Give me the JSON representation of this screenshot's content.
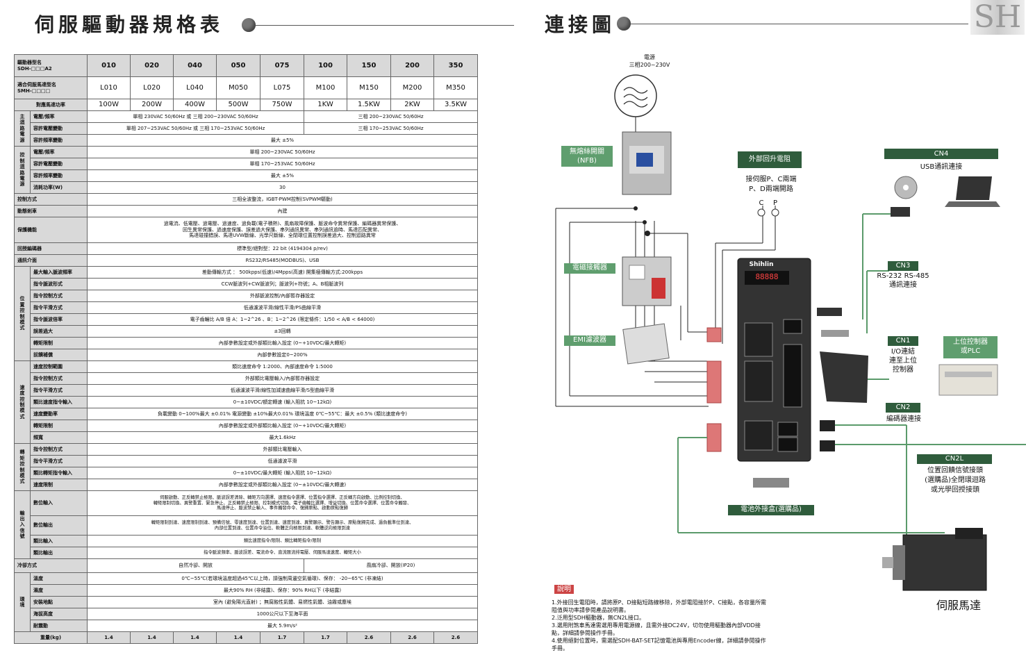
{
  "left_title": "伺服驅動器規格表",
  "right_title": "連接圖",
  "logo": "SH",
  "table": {
    "header_label_1": "驅動器型名\nSDH-□□□A2",
    "header_values_1": [
      "010",
      "020",
      "040",
      "050",
      "075",
      "100",
      "150",
      "200",
      "350"
    ],
    "header_label_2": "適合伺服馬達型名\nSMH-□□□□",
    "header_values_2": [
      "L010",
      "L020",
      "L040",
      "M050",
      "L075",
      "M100",
      "M150",
      "M200",
      "M350"
    ],
    "power_label": "對應馬達功率",
    "power_values": [
      "100W",
      "200W",
      "400W",
      "500W",
      "750W",
      "1KW",
      "1.5KW",
      "2KW",
      "3.5KW"
    ],
    "main_group": "主\n迴\n路\n電\n源",
    "main_rows": [
      {
        "label": "電壓/頻率",
        "a": "單相 230VAC 50/60Hz 或 三相 200~230VAC 50/60Hz",
        "b": "三相 200~230VAC 50/60Hz"
      },
      {
        "label": "容許電壓變動",
        "a": "單相 207~253VAC 50/60Hz 或 三相 170~253VAC 50/60Hz",
        "b": "三相 170~253VAC 50/60Hz"
      },
      {
        "label": "容許頻率變動",
        "v": "最大 ±5%"
      }
    ],
    "ctrl_group": "控\n制\n迴\n路\n電\n源",
    "ctrl_rows": [
      {
        "label": "電壓/頻率",
        "v": "單相 200~230VAC 50/60Hz"
      },
      {
        "label": "容許電壓變動",
        "v": "單相 170~253VAC 50/60Hz"
      },
      {
        "label": "容許頻率變動",
        "v": "最大 ±5%"
      },
      {
        "label": "消耗功率(W)",
        "v": "30"
      }
    ],
    "general_rows": [
      {
        "label": "控制方式",
        "v": "三相全波整流，IGBT-PWM控制(SVPWM驅動)"
      },
      {
        "label": "動態剎車",
        "v": "內建"
      },
      {
        "label": "保護機能",
        "v": "過電流、低電壓、過電壓、過速度、過負載(電子積熱)、風扇故障保護、脈波命令異常保護、編碼器異常保護、\n回生異常保護、過速度保護、誤差過大保護、串列通訊異常、串列通訊逾時、馬達匹配異常、\n馬達碰撞錯誤、馬達UVW斷線、光學尺斷線、全閉環位置控制誤差過大、控制迴路異常"
      },
      {
        "label": "回授編碼器",
        "v": "標準型/絕對型：22 bit (4194304 p/rev)"
      },
      {
        "label": "通訊介面",
        "v": "RS232/RS485(MODBUS)、USB"
      }
    ],
    "pos_group": "位\n置\n控\n制\n模\n式",
    "pos_rows": [
      {
        "label": "最大輸入脈波頻率",
        "v": "差動傳輸方式 ： 500kpps(低速)/4Mpps(高速)       開集極傳輸方式:200kpps"
      },
      {
        "label": "指令脈波形式",
        "v": "CCW脈波列+CW脈波列；脈波列+符號；A、B相脈波列"
      },
      {
        "label": "指令控制方式",
        "v": "外部脈波控制/內部暫存器設定"
      },
      {
        "label": "指令平滑方式",
        "v": "低通濾波平滑/線性平滑/PS曲線平滑"
      },
      {
        "label": "指令脈波倍率",
        "v": "電子齒輪比 A/B 倍  A：1~2^26 、B：1~2^26 (限定條件：1/50 < A/B < 64000)"
      },
      {
        "label": "誤差過大",
        "v": "±3回轉"
      },
      {
        "label": "轉矩限制",
        "v": "內部參數設定或外部類比輸入設定 (0~+10VDC/最大轉矩)"
      },
      {
        "label": "前饋補償",
        "v": "內部參數設定0~200%"
      }
    ],
    "spd_group": "速\n度\n控\n制\n模\n式",
    "spd_rows": [
      {
        "label": "速度控制範圍",
        "v": "類比速度命令 1:2000、內部速度命令 1:5000"
      },
      {
        "label": "指令控制方式",
        "v": "外部類比電壓輸入/內部暫存器設定"
      },
      {
        "label": "指令平滑方式",
        "v": "低通濾波平滑/線性加減速曲線平滑/S型曲線平滑"
      },
      {
        "label": "類比速度指令輸入",
        "v": "0~±10VDC/額定轉速 (輸入阻抗 10~12kΩ)"
      },
      {
        "label": "速度變動率",
        "v": "負載變動 0~100%最大 ±0.01%    電源變動 ±10%最大0.01%    環境溫度 0℃~55℃：最大 ±0.5% (類比速度命令)"
      },
      {
        "label": "轉矩限制",
        "v": "內部參數設定或外部類比輸入設定 (0~+10VDC/最大轉矩)"
      },
      {
        "label": "頻寬",
        "v": "最大1.6kHz"
      }
    ],
    "trq_group": "轉\n矩\n控\n制\n模\n式",
    "trq_rows": [
      {
        "label": "指令控制方式",
        "v": "外部類比電壓輸入"
      },
      {
        "label": "指令平滑方式",
        "v": "低通濾波平滑"
      },
      {
        "label": "類比轉矩指令輸入",
        "v": "0~±10VDC/最大轉矩 (輸入阻抗 10~12kΩ)"
      },
      {
        "label": "速度限制",
        "v": "內部參數設定或外部類比輸入設定 (0~±10VDC/最大轉速)"
      }
    ],
    "io_group": "輸\n出\n入\n信\n號",
    "io_rows": [
      {
        "label": "數位輸入",
        "v": "伺服啟動、正反轉禁止極限、脈波誤差清除、轉矩方向選擇、速度指令選擇、位置指令選擇、正反轉方向啟動、比例控制切換、\n轉矩限制切換、異警重置、緊急停止、正反轉禁止極限、控制模式切換、電子齒輪比選擇、增益切換、位置命令選擇、位置命令觸發、\n馬達停止、脈波禁止輸入、事件觸發命令、復歸原點、啟動原點復歸"
      },
      {
        "label": "數位輸出",
        "v": "轉矩限制到達、速度限制到達、預備信號、零速度到達、位置到達、速度到達、異警顯示、警告顯示、原點復歸完成、過負載準位到達、\n內部位置到達、位置命令溢位、軟體正向極限到達、軟體逆向極限到達"
      },
      {
        "label": "類比輸入",
        "v": "類比速度指令/限制、類比轉矩指令/限制"
      },
      {
        "label": "類比輸出",
        "v": "指令脈波頻率、脈波誤差、電流命令、直流匯流排電壓、伺服馬達速度、轉矩大小"
      }
    ],
    "cool_label": "冷卻方式",
    "cool_a": "自然冷卻、開放",
    "cool_b": "風扇冷卻、開放(IP20)",
    "env_group": "環\n境",
    "env_rows": [
      {
        "label": "溫度",
        "v": "0℃~55℃(若環境溫度超過45℃以上時，請強制周邊空氣循環)、保存： -20~65℃ (非凍結)"
      },
      {
        "label": "濕度",
        "v": "最大90% RH (非結露)、保存：90% RH以下 (非結露)"
      },
      {
        "label": "安裝地點",
        "v": "室內 (避免陽光直射) ；無腐蝕性氣體、易燃性氣體、油霧或塵埃"
      },
      {
        "label": "海拔高度",
        "v": "1000公尺以下至海平面"
      },
      {
        "label": "耐震動",
        "v": "最大 5.9m/s²"
      }
    ],
    "weight_label": "重量(kg)",
    "weight_values": [
      "1.4",
      "1.4",
      "1.4",
      "1.4",
      "1.7",
      "1.7",
      "2.6",
      "2.6",
      "2.6"
    ]
  },
  "diagram": {
    "power_title": "電源",
    "power_sub": "三相200~230V",
    "nfb": "無熔絲開關\n(NFB)",
    "contactor": "電磁接觸器",
    "emi": "EMI濾波器",
    "regen_title": "外部回升電阻",
    "regen_desc": "接伺服P、C兩端\nP、D兩端開路",
    "regen_c": "C",
    "regen_p": "P",
    "brand": "Shihlin",
    "display": "88888",
    "cn4_title": "CN4",
    "cn4_desc": "USB通訊連接",
    "cn3_title": "CN3",
    "cn3_desc": "RS-232 RS-485\n通訊連接",
    "cn1_title": "CN1",
    "cn1_desc": "I/O連結\n連至上位\n控制器",
    "plc_title": "上位控制器\n或PLC",
    "cn2_title": "CN2",
    "cn2_desc": "編碼器連接",
    "cn2l_title": "CN2L",
    "cn2l_desc": "位置回饋信號接頭\n(選購品)全閉環迴路\n或光學回授接頭",
    "battery": "電池外接盒(選購品)",
    "motor": "伺服馬達"
  },
  "notes": {
    "title": "說明",
    "items": [
      "1.外接回生電阻時，請將原P、D接點短路線移除，外部電阻接於P、C接點，各容量所需阻值與功率請參閱產品說明書。",
      "2.泛用型SDH驅動器，無CN2L接口。",
      "3.選用附煞車馬達需選用專用電源線，且需外接DC24V，切勿使用驅動器內部VDD接點，詳細請參閱操作手冊。",
      "4.使用絕對位置時，需選配SDH-BAT-SET記憶電池與專用Encoder線，詳細請參閱操作手冊。"
    ]
  }
}
